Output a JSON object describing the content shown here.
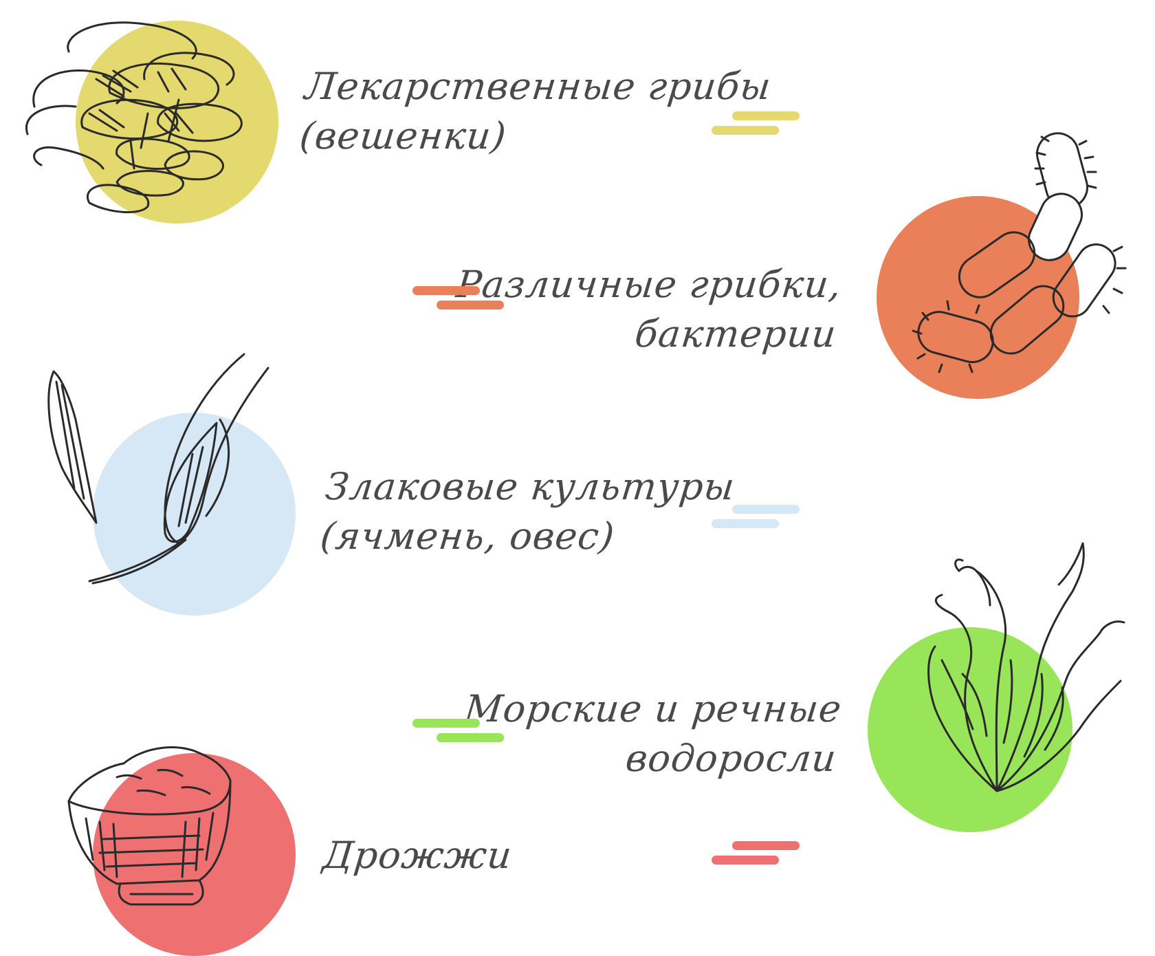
{
  "items": [
    {
      "id": "oyster-mushrooms",
      "lines": [
        "Лекарственные грибы",
        "(вешенки)"
      ],
      "color": "#e3d96e",
      "icon": "oyster-mushroom-icon"
    },
    {
      "id": "fungi-bacteria",
      "lines": [
        "Различные грибки,",
        "бактерии"
      ],
      "color": "#e98059",
      "icon": "bacteria-icon"
    },
    {
      "id": "cereals",
      "lines": [
        "Злаковые культуры",
        "(ячмень, овес)"
      ],
      "color": "#d6e8f6",
      "icon": "grain-ear-icon"
    },
    {
      "id": "algae",
      "lines": [
        "Морские и речные",
        "водоросли"
      ],
      "color": "#98e55a",
      "icon": "seaweed-icon"
    },
    {
      "id": "yeast",
      "lines": [
        "Дрожжи"
      ],
      "color": "#ee7070",
      "icon": "yeast-bowl-icon"
    }
  ]
}
